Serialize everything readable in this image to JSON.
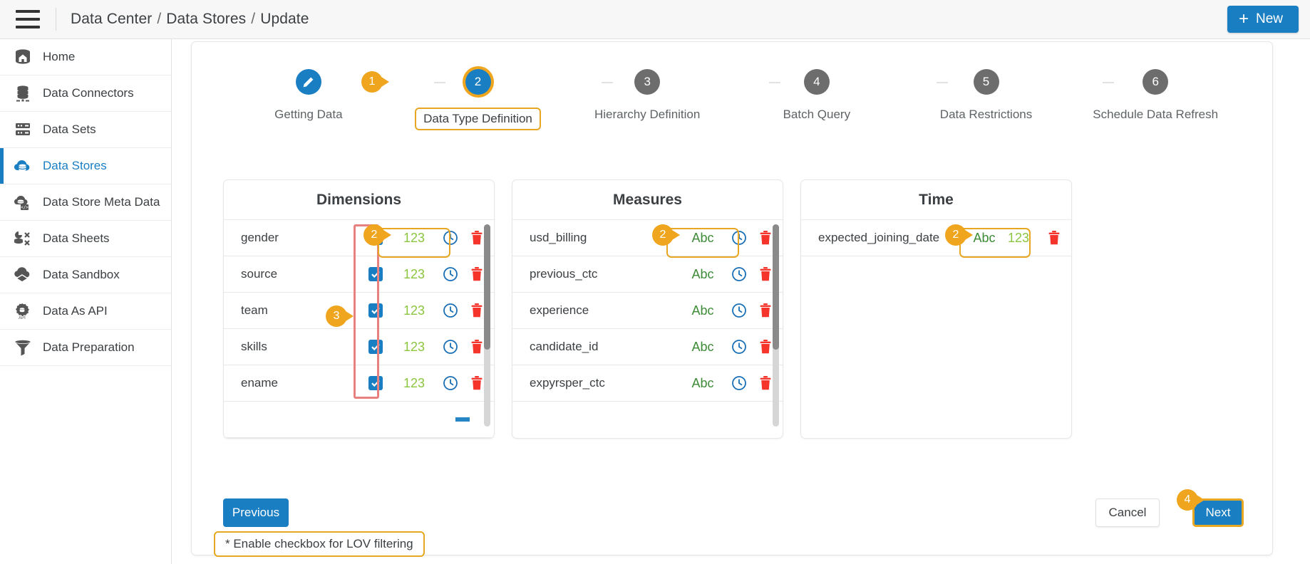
{
  "topbar": {
    "menu_icon": "hamburger-icon",
    "breadcrumb": [
      "Data Center",
      "Data Stores",
      "Update"
    ],
    "separator": "/",
    "new_button": "New",
    "new_plus": "+",
    "accent": "#1a7ec2"
  },
  "sidebar": {
    "items": [
      {
        "label": "Home",
        "icon": "home-database-icon",
        "active": false
      },
      {
        "label": "Data Connectors",
        "icon": "database-stack-icon",
        "active": false
      },
      {
        "label": "Data Sets",
        "icon": "server-rack-icon",
        "active": false
      },
      {
        "label": "Data Stores",
        "icon": "cloud-database-icon",
        "active": true
      },
      {
        "label": "Data Store Meta Data",
        "icon": "database-code-icon",
        "active": false
      },
      {
        "label": "Data Sheets",
        "icon": "chart-database-icon",
        "active": false
      },
      {
        "label": "Data Sandbox",
        "icon": "cloud-layer-icon",
        "active": false
      },
      {
        "label": "Data As API",
        "icon": "api-gear-icon",
        "active": false
      },
      {
        "label": "Data Preparation",
        "icon": "funnel-database-icon",
        "active": false
      }
    ]
  },
  "stepper": {
    "steps": [
      {
        "num": "",
        "label": "Getting Data",
        "state": "done",
        "icon": "pencil-icon"
      },
      {
        "num": "2",
        "label": "Data Type Definition",
        "state": "current"
      },
      {
        "num": "3",
        "label": "Hierarchy Definition",
        "state": "todo"
      },
      {
        "num": "4",
        "label": "Batch Query",
        "state": "todo"
      },
      {
        "num": "5",
        "label": "Data Restrictions",
        "state": "todo"
      },
      {
        "num": "6",
        "label": "Schedule Data Refresh",
        "state": "todo"
      }
    ]
  },
  "panels": {
    "dimensions": {
      "title": "Dimensions",
      "type_label": "123",
      "rows": [
        {
          "name": "gender",
          "checked": true,
          "type": "123"
        },
        {
          "name": "source",
          "checked": true,
          "type": "123"
        },
        {
          "name": "team",
          "checked": true,
          "type": "123"
        },
        {
          "name": "skills",
          "checked": true,
          "type": "123"
        },
        {
          "name": "ename",
          "checked": true,
          "type": "123"
        }
      ]
    },
    "measures": {
      "title": "Measures",
      "type_label": "Abc",
      "rows": [
        {
          "name": "usd_billing",
          "type": "Abc"
        },
        {
          "name": "previous_ctc",
          "type": "Abc"
        },
        {
          "name": "experience",
          "type": "Abc"
        },
        {
          "name": "candidate_id",
          "type": "Abc"
        },
        {
          "name": "expyrsper_ctc",
          "type": "Abc"
        }
      ]
    },
    "time": {
      "title": "Time",
      "rows": [
        {
          "name": "expected_joining_date",
          "type_abc": "Abc",
          "type_num": "123"
        }
      ]
    }
  },
  "annotations": {
    "step_badge": "1",
    "dimension_type_badge": "2",
    "checkbox_badge": "3",
    "measures_type_badge": "2",
    "time_type_badge": "2",
    "next_badge": "4"
  },
  "footer": {
    "lov_note": "* Enable checkbox for LOV filtering",
    "previous": "Previous",
    "cancel": "Cancel",
    "next": "Next"
  },
  "icons": {
    "clock": "clock-icon",
    "trash": "trash-icon",
    "check": "check-icon"
  }
}
